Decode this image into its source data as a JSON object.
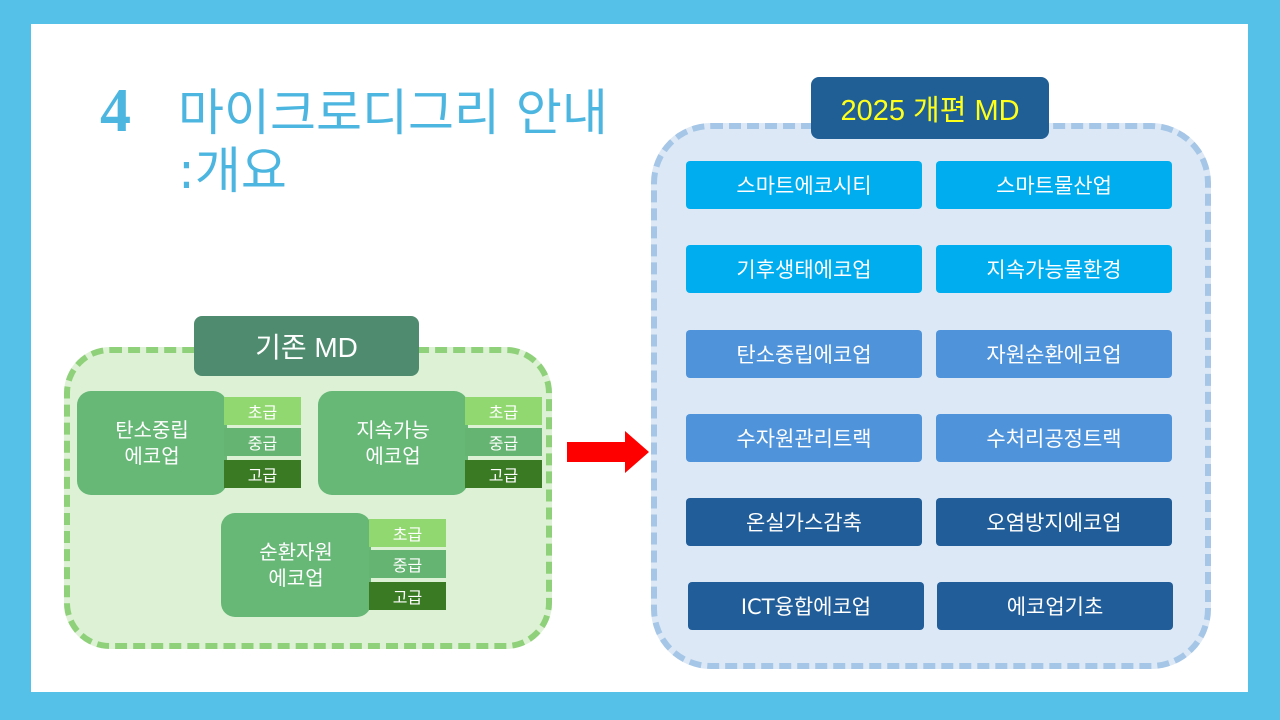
{
  "slide": {
    "number": "4",
    "title_line1": "마이크로디그리 안내",
    "title_line2": ":개요"
  },
  "existing": {
    "header": "기존 MD",
    "programs": [
      {
        "name_line1": "탄소중립",
        "name_line2": "에코업",
        "levels": [
          "초급",
          "중급",
          "고급"
        ]
      },
      {
        "name_line1": "지속가능",
        "name_line2": "에코업",
        "levels": [
          "초급",
          "중급",
          "고급"
        ]
      },
      {
        "name_line1": "순환자원",
        "name_line2": "에코업",
        "levels": [
          "초급",
          "중급",
          "고급"
        ]
      }
    ]
  },
  "arrow": {
    "icon": "right-arrow-icon",
    "color": "#ff0000"
  },
  "revised": {
    "header": "2025 개편 MD",
    "rows": [
      [
        "스마트에코시티",
        "스마트물산업"
      ],
      [
        "기후생태에코업",
        "지속가능물환경"
      ],
      [
        "탄소중립에코업",
        "자원순환에코업"
      ],
      [
        "수자원관리트랙",
        "수처리공정트랙"
      ],
      [
        "온실가스감축",
        "오염방지에코업"
      ],
      [
        "ICT융합에코업",
        "에코업기초"
      ]
    ],
    "row_colors": [
      "#00aeef",
      "#00aeef",
      "#4f93db",
      "#4f93db",
      "#215d99",
      "#215d99"
    ]
  },
  "colors": {
    "background": "#55c0e8",
    "title": "#4db6e0",
    "old_frame": "#ddf2d4",
    "old_header": "#4f8c6f",
    "new_frame": "#dce8f6",
    "new_header": "#1f5f96",
    "new_header_text": "#ffff1a"
  }
}
